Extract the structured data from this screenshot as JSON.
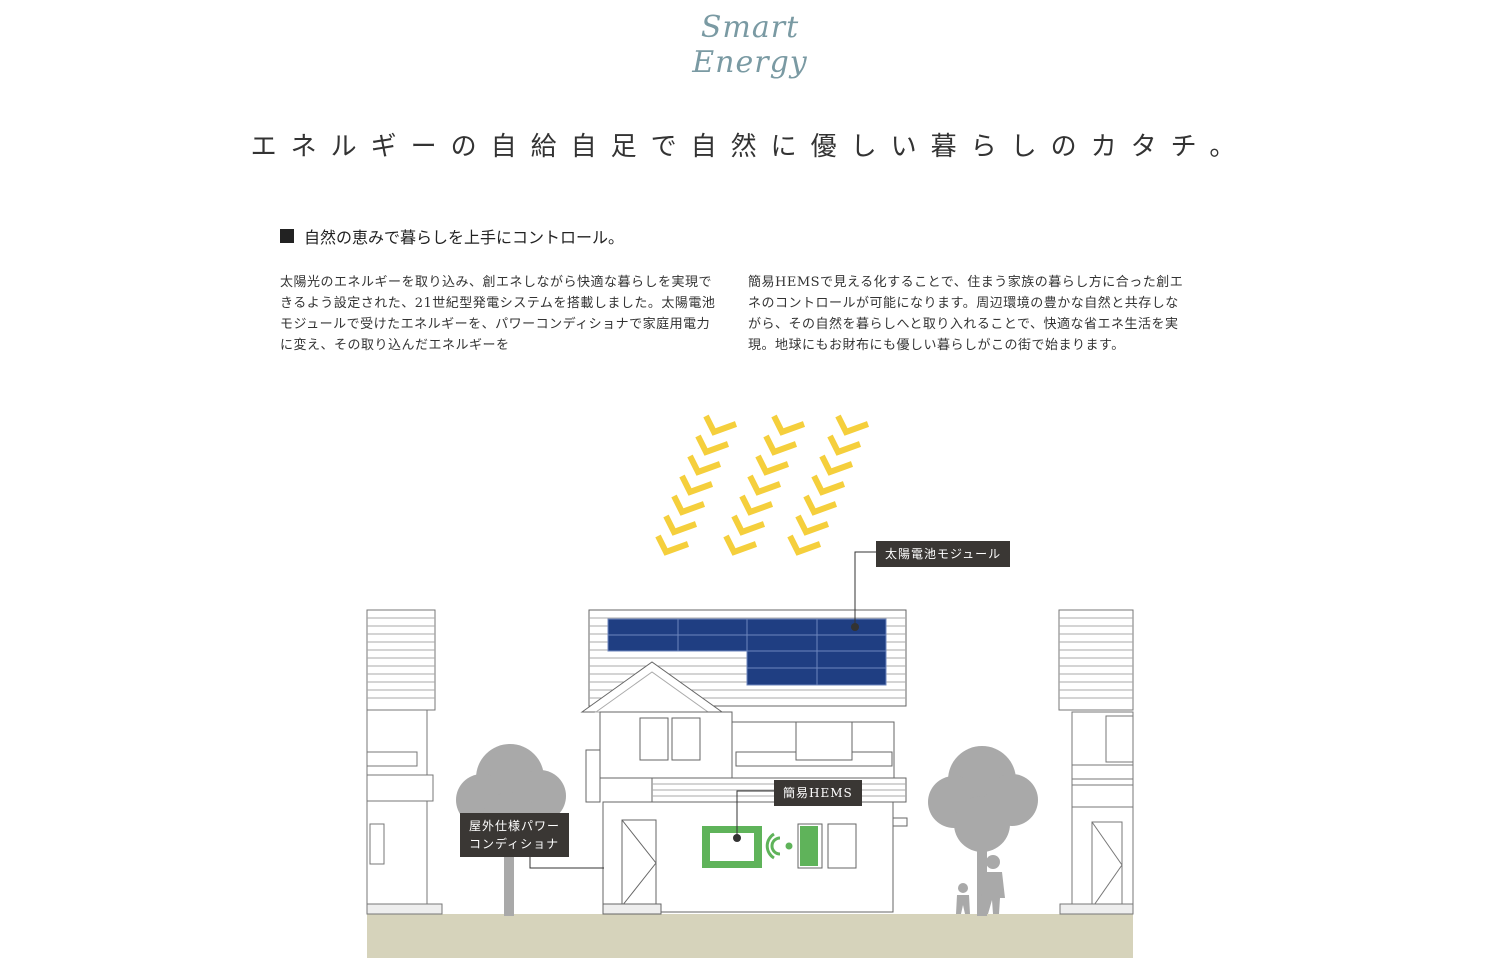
{
  "logo": {
    "text": "Smart Energy"
  },
  "headline": "エネルギーの自給自足で自然に優しい暮らしのカタチ。",
  "section": {
    "heading": "自然の恵みで暮らしを上手にコントロール。",
    "paragraph_left": "太陽光のエネルギーを取り込み、創エネしながら快適な暮らしを実現できるよう設定された、21世紀型発電システムを搭載しました。太陽電池モジュールで受けたエネルギーを、パワーコンディショナで家庭用電力に変え、その取り込んだエネルギーを",
    "paragraph_right": "簡易HEMSで見える化することで、住まう家族の暮らし方に合った創エネのコントロールが可能になります。周辺環境の豊かな自然と共存しながら、その自然を暮らしへと取り入れることで、快適な省エネ生活を実現。地球にもお財布にも優しい暮らしがこの街で始まります。"
  },
  "labels": {
    "solar_module": "太陽電池モジュール",
    "hems": "簡易HEMS",
    "power_conditioner_line1": "屋外仕様パワー",
    "power_conditioner_line2": "コンディショナ"
  },
  "colors": {
    "accent_sun": "#f5cf3c",
    "solar_panel": "#1f3e82",
    "label_bg": "#3a3734",
    "ground": "#d6d3bb",
    "hems_green": "#5fb35a",
    "tree_gray": "#a9a9a9",
    "logo": "#7a9aa3"
  }
}
